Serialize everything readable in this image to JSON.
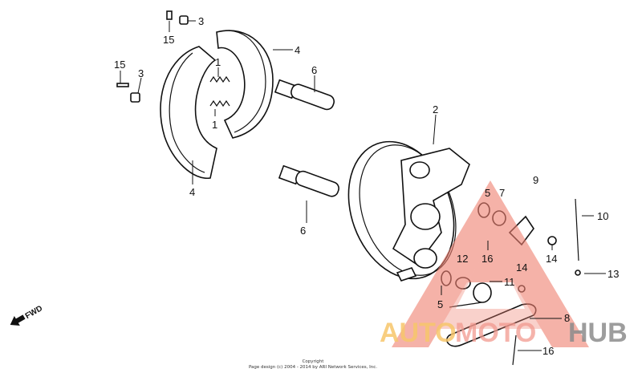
{
  "diagram": {
    "callouts": {
      "c3a": "3",
      "c15a": "15",
      "c4a": "4",
      "c15b": "15",
      "c3b": "3",
      "c1a": "1",
      "c1b": "1",
      "c6a": "6",
      "c4b": "4",
      "c2": "2",
      "c6b": "6",
      "c5a": "5",
      "c7": "7",
      "c9": "9",
      "c10": "10",
      "c16a": "16",
      "c14a": "14",
      "c12": "12",
      "c14b": "14",
      "c13": "13",
      "c11": "11",
      "c5b": "5",
      "c8": "8",
      "c16b": "16"
    },
    "fwd_label": "FWD",
    "copyright": {
      "line1": "Copyright",
      "line2": "Page design (c) 2004 - 2014 by ARI Network Services, Inc."
    },
    "watermark": {
      "text_a": "AUTO",
      "text_b": "MOTO",
      "text_c": "HUB",
      "colors": {
        "auto": "#f7c66b",
        "moto": "#f29a8f",
        "hub": "#8c8c8c",
        "triangle": "#f08070"
      }
    }
  }
}
